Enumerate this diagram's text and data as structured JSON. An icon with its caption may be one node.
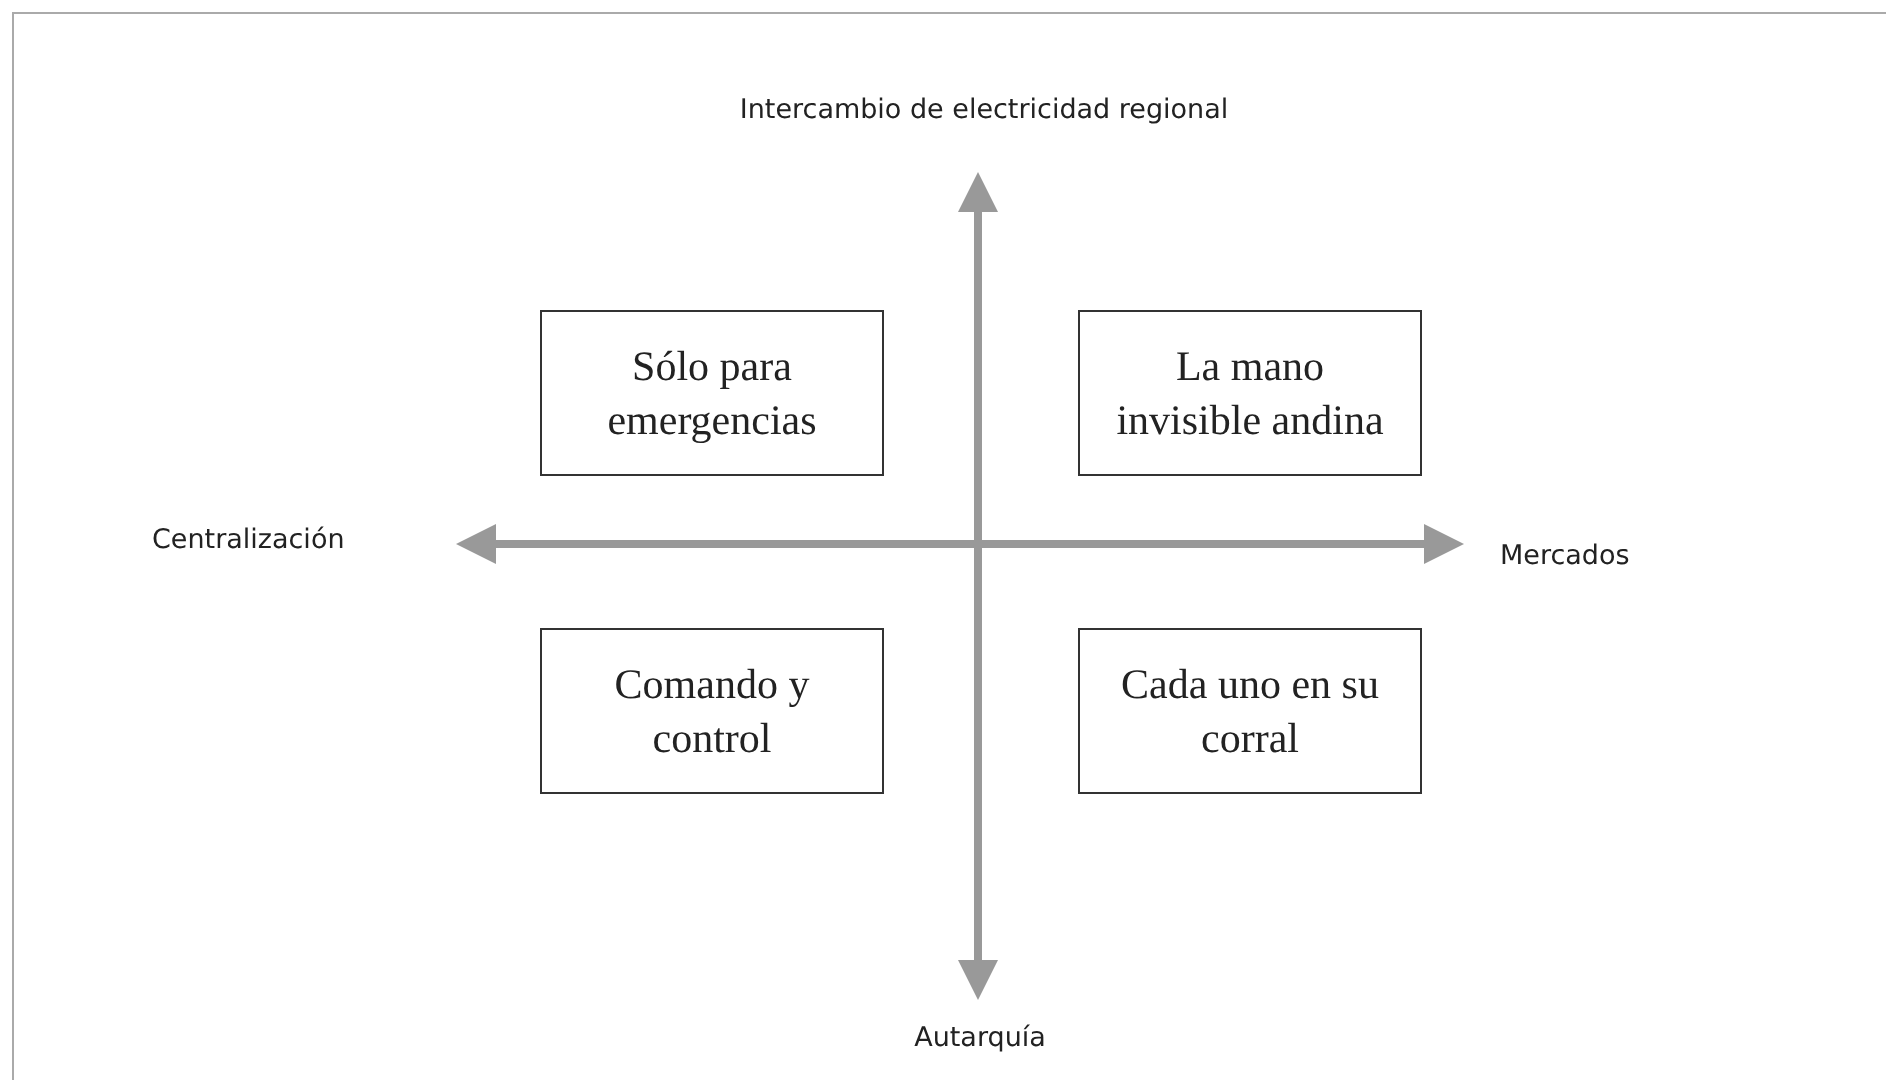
{
  "diagram": {
    "nodes": [
      {
        "text": [
          "Sólo para emergencias"
        ]
      },
      {
        "text": [
          "La mano invisible andina"
        ]
      },
      {
        "text": [
          "Comando y control"
        ]
      },
      {
        "text": [
          "Cada uno en su corral"
        ]
      }
    ],
    "labels": [
      "Intercambio de electricidad regional",
      "Centralización",
      "Mercados",
      "Autarquía"
    ]
  }
}
